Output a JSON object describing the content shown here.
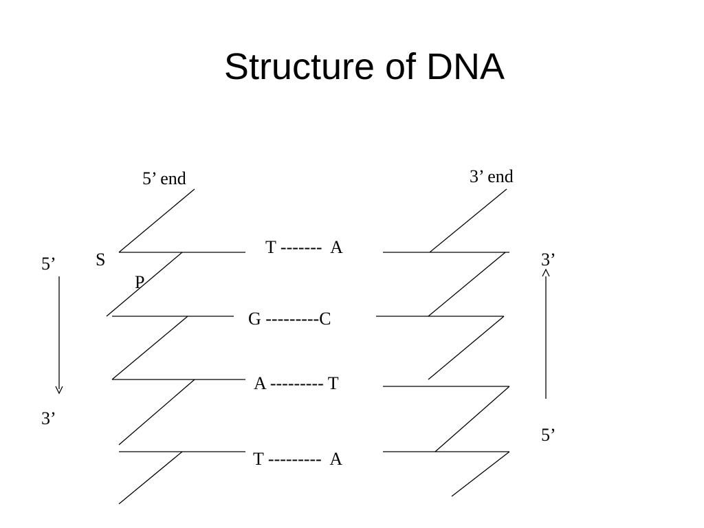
{
  "title": "Structure of DNA",
  "labels": {
    "left_end": "5’ end",
    "right_end": "3’ end",
    "sugar": "S",
    "phosphate": "P",
    "left_top": "5’",
    "left_bottom": "3’",
    "right_top": "3’",
    "right_bottom": "5’"
  },
  "base_pairs": [
    "T -------  A",
    "G ---------C",
    "A --------- T",
    "T ---------  A"
  ],
  "colors": {
    "ink": "#000000",
    "background": "#ffffff"
  }
}
